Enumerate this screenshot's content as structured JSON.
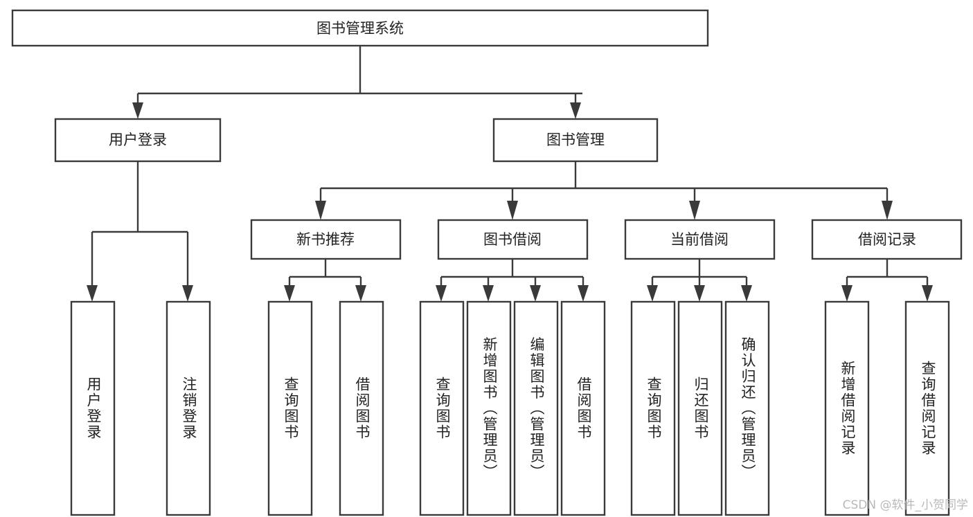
{
  "diagram": {
    "title": "图书管理系统",
    "type": "tree",
    "root": {
      "id": "root",
      "label": "图书管理系统"
    },
    "level1": [
      {
        "id": "user-login",
        "label": "用户登录"
      },
      {
        "id": "book-manage",
        "label": "图书管理"
      }
    ],
    "level2": [
      {
        "id": "new-book-recommend",
        "label": "新书推荐",
        "parent": "book-manage"
      },
      {
        "id": "book-borrow",
        "label": "图书借阅",
        "parent": "book-manage"
      },
      {
        "id": "current-borrow",
        "label": "当前借阅",
        "parent": "book-manage"
      },
      {
        "id": "borrow-record",
        "label": "借阅记录",
        "parent": "book-manage"
      }
    ],
    "leaves": [
      {
        "id": "leaf-user-login",
        "label": "用户登录",
        "parent": "user-login"
      },
      {
        "id": "leaf-logout-login",
        "label": "注销登录",
        "parent": "user-login"
      },
      {
        "id": "leaf-query-book-1",
        "label": "查询图书",
        "parent": "new-book-recommend"
      },
      {
        "id": "leaf-borrow-book-1",
        "label": "借阅图书",
        "parent": "new-book-recommend"
      },
      {
        "id": "leaf-query-book-2",
        "label": "查询图书",
        "parent": "book-borrow"
      },
      {
        "id": "leaf-add-book",
        "label": "新增图书（管理员）",
        "parent": "book-borrow"
      },
      {
        "id": "leaf-edit-book",
        "label": "编辑图书（管理员）",
        "parent": "book-borrow"
      },
      {
        "id": "leaf-borrow-book-2",
        "label": "借阅图书",
        "parent": "book-borrow"
      },
      {
        "id": "leaf-query-book-3",
        "label": "查询图书",
        "parent": "current-borrow"
      },
      {
        "id": "leaf-return-book",
        "label": "归还图书",
        "parent": "current-borrow"
      },
      {
        "id": "leaf-confirm-return",
        "label": "确认归还（管理员）",
        "parent": "current-borrow"
      },
      {
        "id": "leaf-add-record",
        "label": "新增借阅记录",
        "parent": "borrow-record"
      },
      {
        "id": "leaf-query-record",
        "label": "查询借阅记录",
        "parent": "borrow-record"
      }
    ],
    "colors": {
      "stroke": "#3a3a3a",
      "fill": "#ffffff",
      "text": "#222222",
      "watermark": "#b9b9b9"
    }
  },
  "watermark": {
    "text": "CSDN @软件_小贺同学"
  }
}
